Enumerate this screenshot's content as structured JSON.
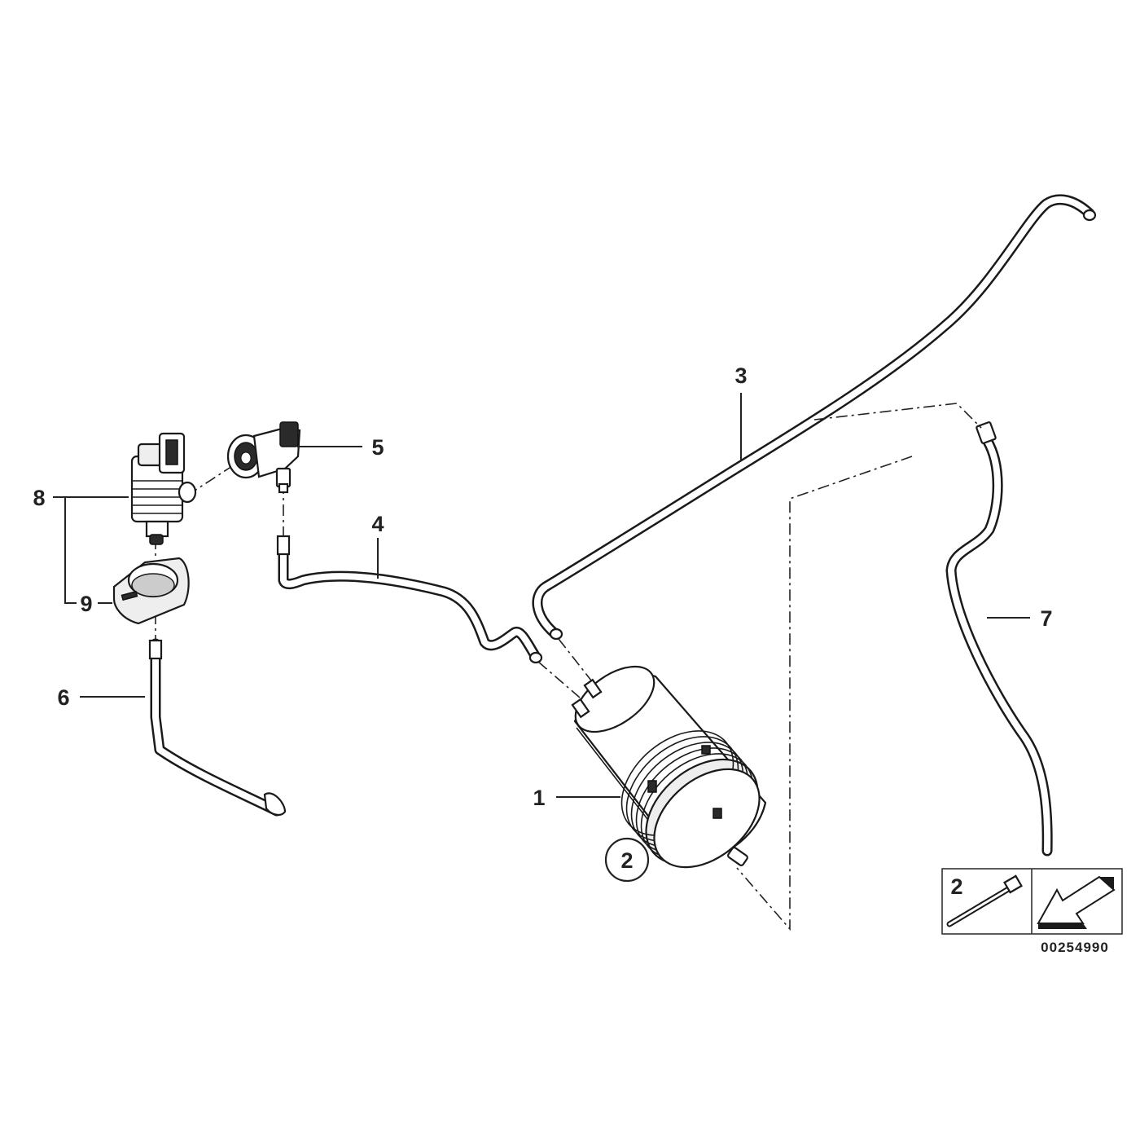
{
  "diagram": {
    "callouts": {
      "c1": "1",
      "c2_circled": "2",
      "c3": "3",
      "c4": "4",
      "c5": "5",
      "c6": "6",
      "c7": "7",
      "c8": "8",
      "c9": "9"
    },
    "legend_box": {
      "item_number": "2",
      "left_icon": "cable-tie-icon",
      "right_icon": "direction-arrow-icon"
    },
    "document_number": "00254990",
    "colors": {
      "line": "#1a1a1a",
      "background": "#ffffff"
    }
  }
}
